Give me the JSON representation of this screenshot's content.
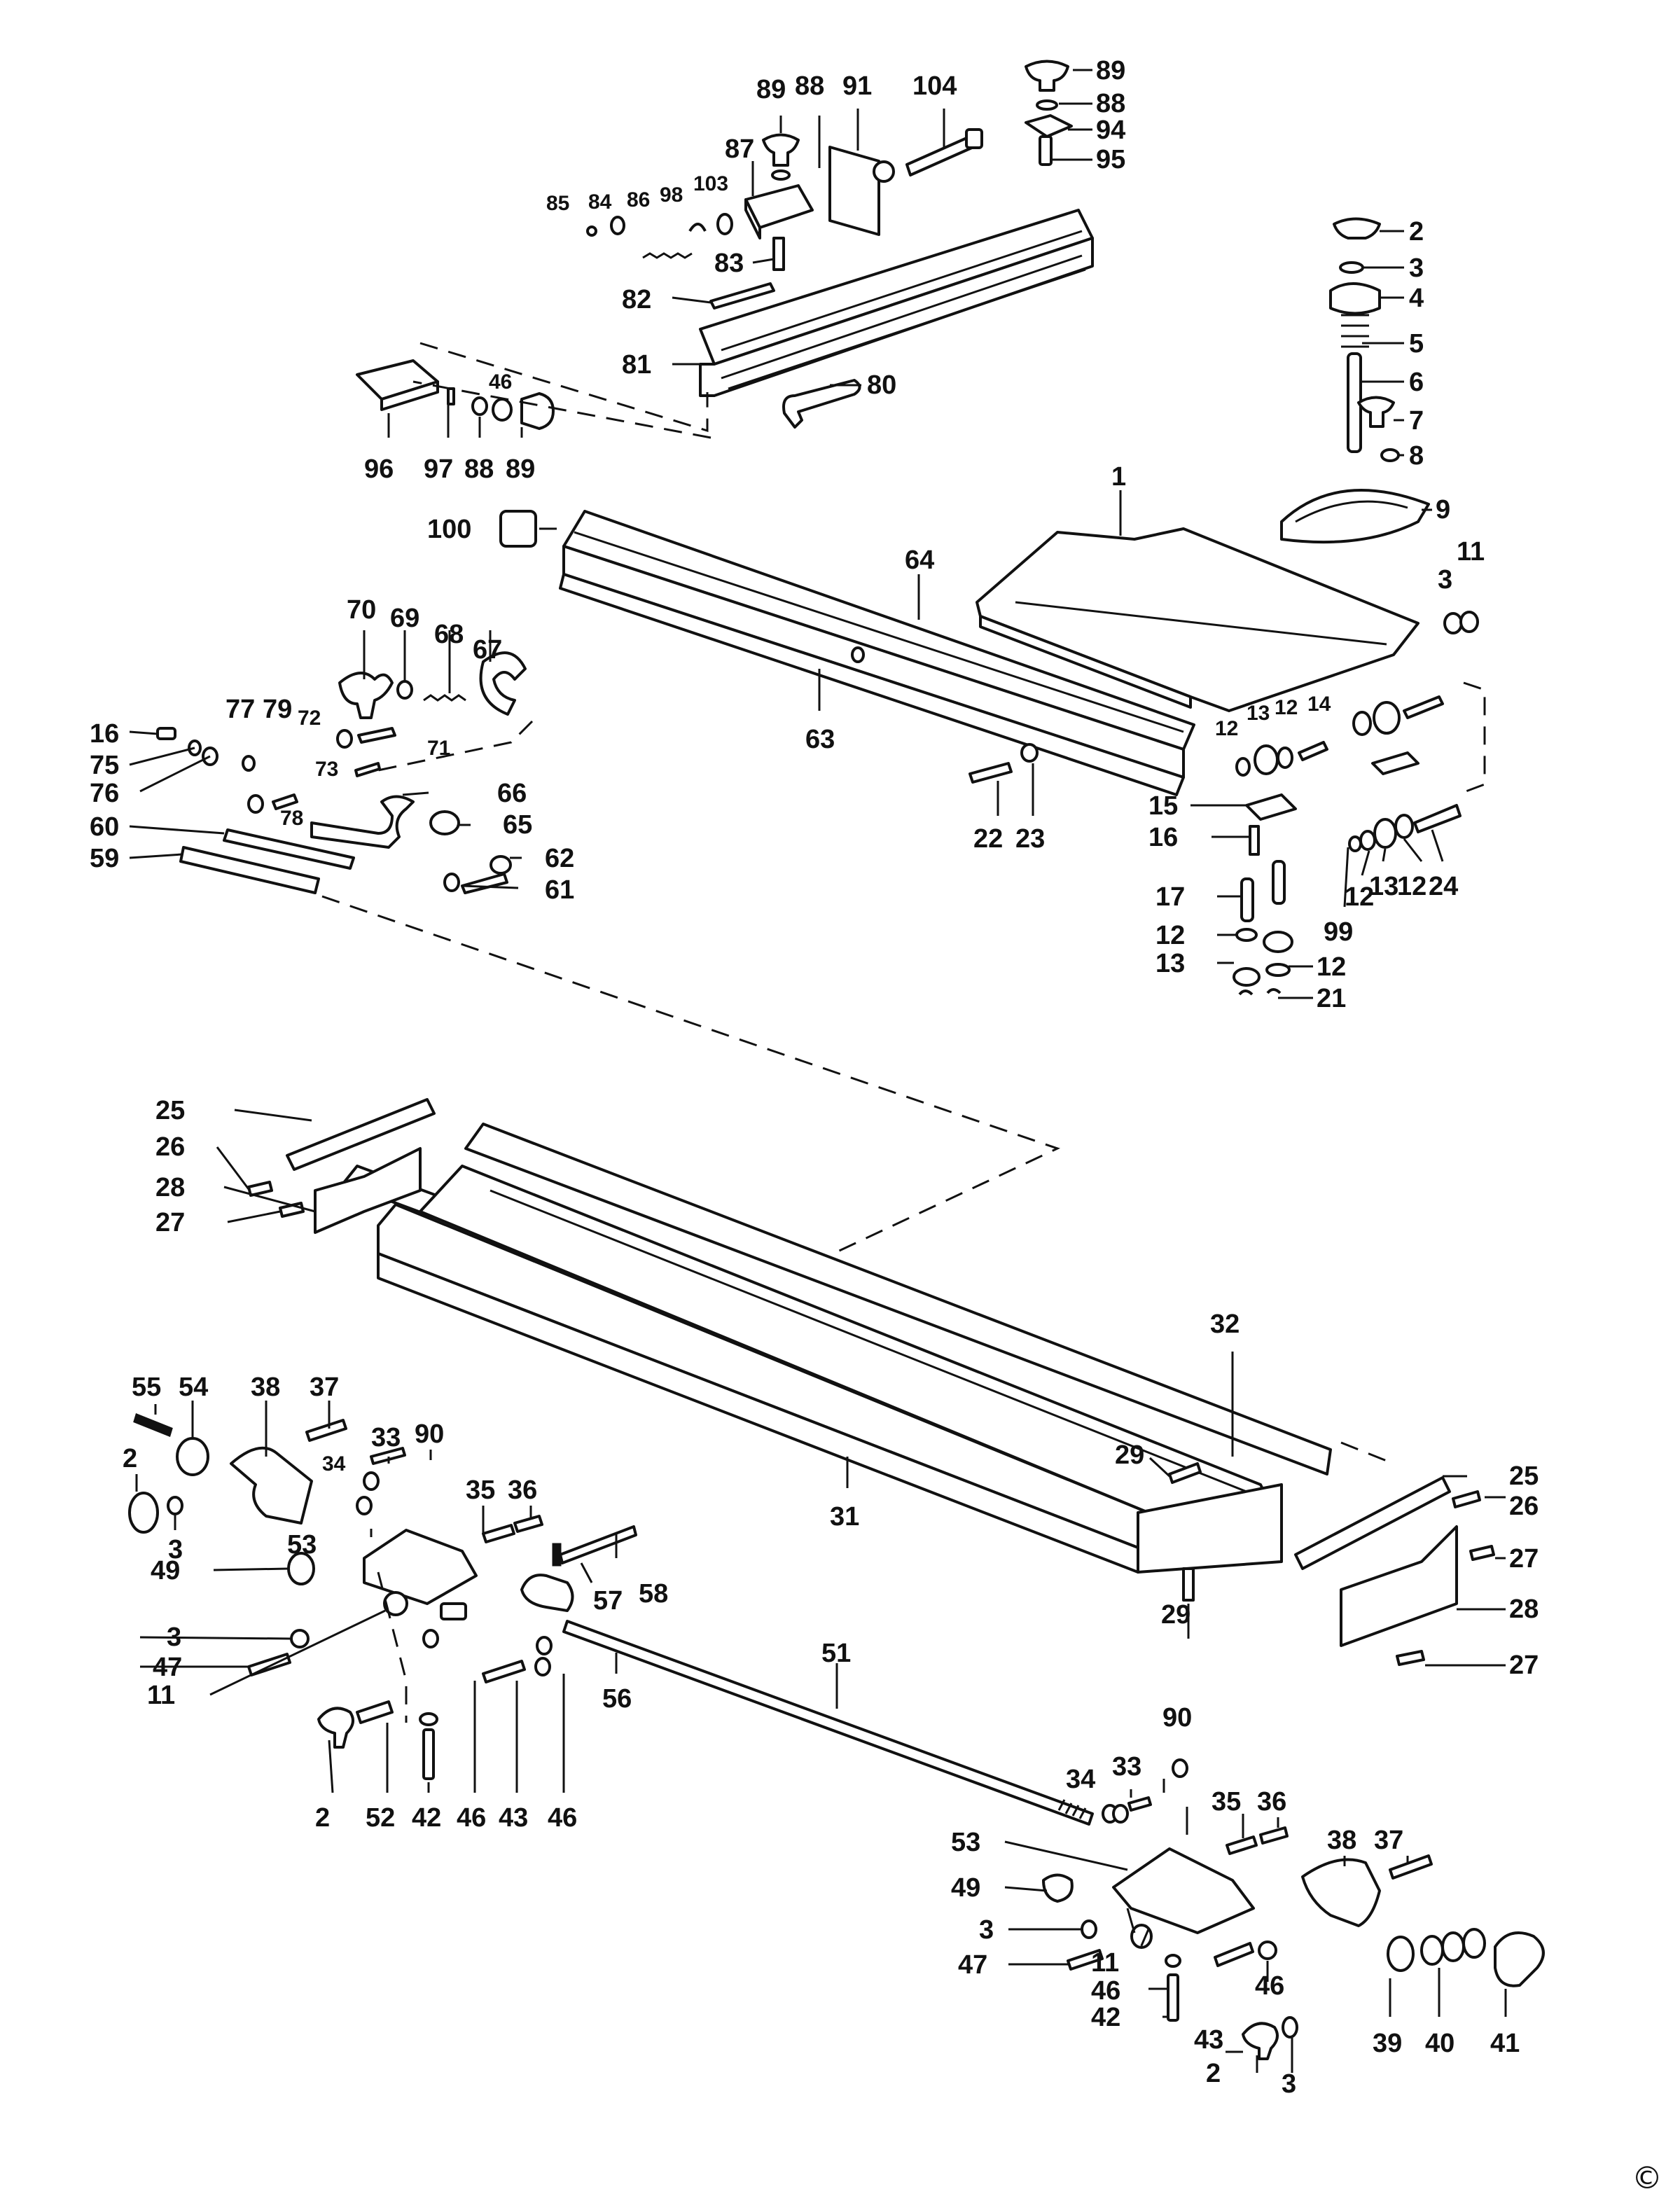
{
  "labels": {
    "top": [
      "89",
      "88",
      "91",
      "104",
      "89",
      "88",
      "94",
      "95",
      "87",
      "85",
      "84",
      "86",
      "98",
      "103",
      "83",
      "82",
      "81",
      "80",
      "2",
      "3",
      "4",
      "5",
      "6",
      "7",
      "8",
      "9",
      "46",
      "96",
      "97",
      "88",
      "89",
      "1",
      "100",
      "64",
      "11",
      "3",
      "70",
      "69",
      "68",
      "67",
      "16",
      "77",
      "79",
      "75",
      "76",
      "72",
      "71",
      "73",
      "12",
      "13",
      "12",
      "14",
      "63",
      "66",
      "65",
      "78",
      "60",
      "62",
      "59",
      "61",
      "15",
      "16",
      "22",
      "23",
      "24",
      "17",
      "12",
      "13",
      "12",
      "99",
      "12",
      "13",
      "12",
      "21"
    ],
    "middle": [
      "25",
      "26",
      "28",
      "27",
      "32",
      "29",
      "25",
      "26",
      "27",
      "28",
      "27",
      "29"
    ],
    "bottom": [
      "55",
      "54",
      "38",
      "37",
      "33",
      "90",
      "2",
      "34",
      "35",
      "36",
      "3",
      "53",
      "49",
      "31",
      "57",
      "58",
      "3",
      "47",
      "11",
      "56",
      "51",
      "2",
      "52",
      "42",
      "46",
      "43",
      "46",
      "33",
      "90",
      "34",
      "35",
      "36",
      "53",
      "38",
      "37",
      "49",
      "3",
      "47",
      "11",
      "46",
      "46",
      "42",
      "43",
      "2",
      "3",
      "39",
      "40",
      "41"
    ]
  },
  "copyright": "©"
}
